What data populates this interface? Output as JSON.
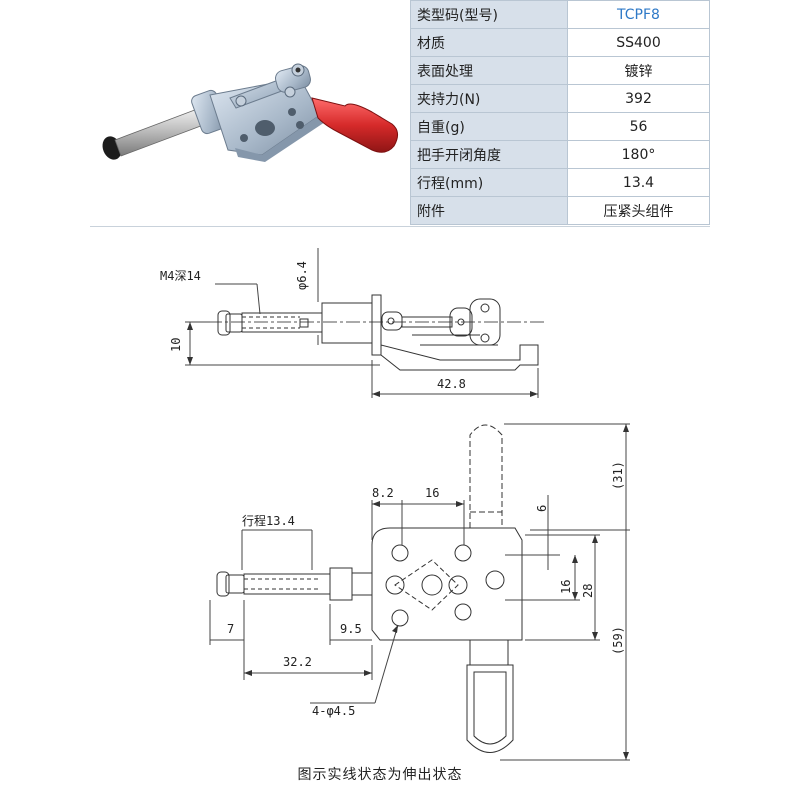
{
  "specs": {
    "rows": [
      {
        "key": "类型码(型号)",
        "value": "TCPF8"
      },
      {
        "key": "材质",
        "value": "SS400"
      },
      {
        "key": "表面处理",
        "value": "镀锌"
      },
      {
        "key": "夹持力(N)",
        "value": "392"
      },
      {
        "key": "自重(g)",
        "value": "56"
      },
      {
        "key": "把手开闭角度",
        "value": "180°"
      },
      {
        "key": "行程(mm)",
        "value": "13.4"
      },
      {
        "key": "附件",
        "value": "压紧头组件"
      }
    ]
  },
  "drawing": {
    "side": {
      "thread_label": "M4深14",
      "dia": "φ6.4",
      "height": "10",
      "length": "42.8"
    },
    "top": {
      "stroke_label": "行程13.4",
      "dim_7": "7",
      "dim_9_5": "9.5",
      "dim_32_2": "32.2",
      "holes": "4-φ4.5",
      "dim_8_2": "8.2",
      "dim_16_top": "16",
      "dim_6": "6",
      "dim_16_right": "16",
      "dim_28": "28",
      "dim_31": "(31)",
      "dim_59": "(59)"
    }
  },
  "caption": "图示实线状态为伸出状态",
  "colors": {
    "table_header": "#d7e0ea",
    "model_text": "#2e79c7",
    "handle_red": "#d62a2a"
  }
}
